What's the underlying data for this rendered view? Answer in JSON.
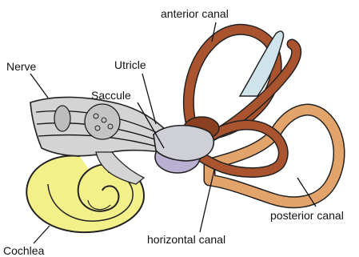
{
  "labels": {
    "anterior_canal": "anterior canal",
    "nerve": "Nerve",
    "utricle": "Utricle",
    "saccule": "Saccule",
    "posterior_canal": "posterior canal",
    "horizontal_canal": "horizontal canal",
    "cochlea": "Cochlea"
  },
  "colors": {
    "canal_brown": "#a9542e",
    "canal_dark": "#5a2a14",
    "canal_light": "#e3a46c",
    "ampulla_blue": "#cfe3ea",
    "vestibule_gray": "#cfcfd8",
    "saccule_lavender": "#b9b0d2",
    "cochlea_yellow": "#f3f08a",
    "nerve_gray": "#d4d4d4",
    "outline": "#222222"
  }
}
